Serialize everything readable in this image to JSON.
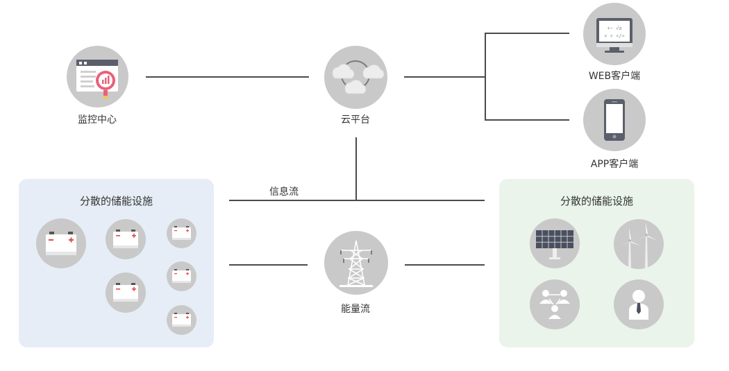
{
  "nodes": {
    "monitoring": "监控中心",
    "cloud": "云平台",
    "web_client": "WEB客户端",
    "app_client": "APP客户端",
    "energy_flow": "能量流"
  },
  "edges": {
    "info_flow": "信息流"
  },
  "panels": {
    "left_title": "分散的储能设施",
    "right_title": "分散的储能设施"
  },
  "web_screen": {
    "line1": "+− √a",
    "line2": "× ÷ </>"
  },
  "colors": {
    "circle": "#c9c9c9",
    "line": "#4a4a4a",
    "left_panel": "#e6edf6",
    "right_panel": "#eaf4ea",
    "battery_terminal": "#e54545"
  }
}
